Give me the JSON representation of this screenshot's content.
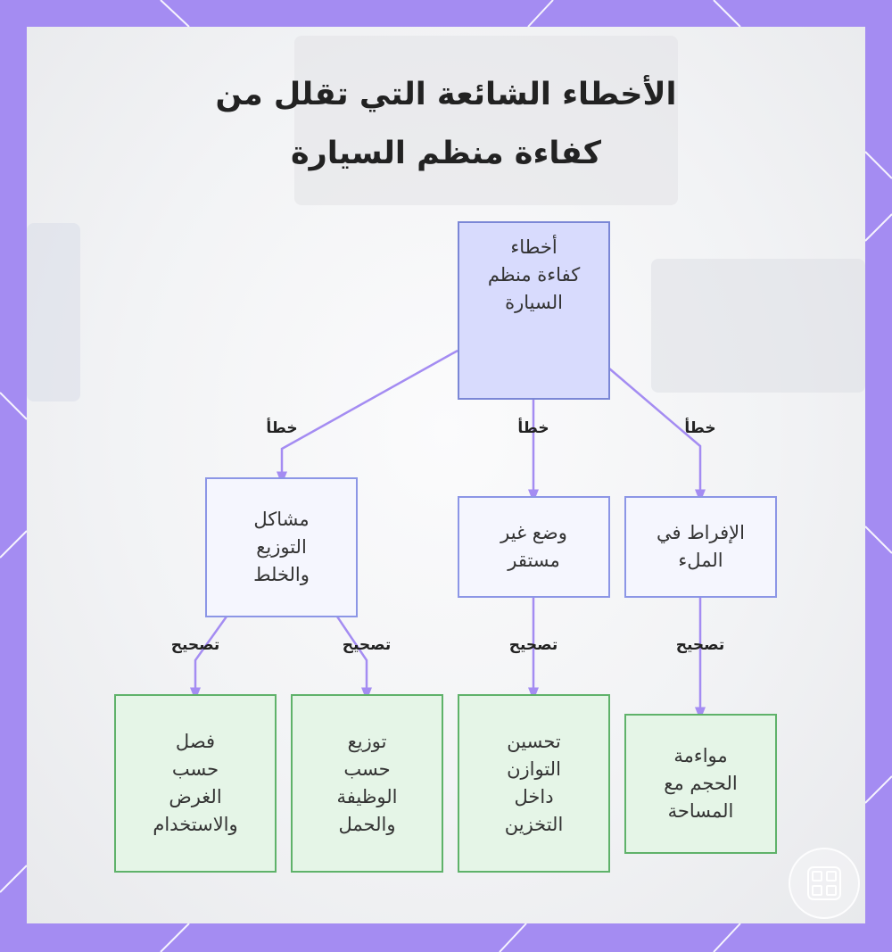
{
  "title": {
    "line1": "الأخطاء الشائعة التي تقلل من",
    "line2": "كفاءة منظم السيارة"
  },
  "root": {
    "label": "أخطاء\nكفاءة منظم\nالسيارة"
  },
  "problems": [
    {
      "label": "مشاكل\nالتوزيع\nوالخلط",
      "edge": "خطأ"
    },
    {
      "label": "وضع غير\nمستقر",
      "edge": "خطأ"
    },
    {
      "label": "الإفراط في\nالملء",
      "edge": "خطأ"
    }
  ],
  "fixes": [
    {
      "label": "فصل\nحسب\nالغرض\nوالاستخدام",
      "edge": "تصحيح"
    },
    {
      "label": "توزيع\nحسب\nالوظيفة\nوالحمل",
      "edge": "تصحيح"
    },
    {
      "label": "تحسين\nالتوازن\nداخل\nالتخزين",
      "edge": "تصحيح"
    },
    {
      "label": "مواءمة\nالحجم مع\nالمساحة",
      "edge": "تصحيح"
    }
  ],
  "colors": {
    "frame": "#a48cf2",
    "connector": "#a48cf2",
    "root_fill": "#d8dbfd",
    "problem_fill": "#f5f6fe",
    "fix_fill": "#e5f5e7",
    "fix_border": "#5fb26a"
  },
  "watermark_icon": "grid-logo-icon"
}
